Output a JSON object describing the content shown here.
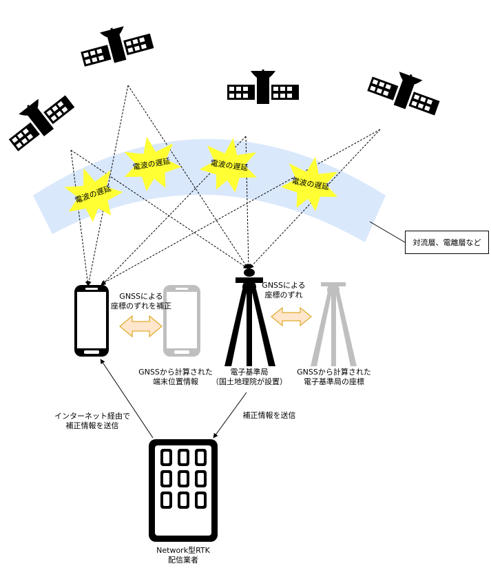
{
  "atmosphere": {
    "callout": "対流層、電離層など",
    "delay_label": "電波の遅延"
  },
  "phone": {
    "correction_label": [
      "GNSSによる",
      "座標のずれを補正"
    ],
    "calc_label": [
      "GNSSから計算された",
      "端末位置情報"
    ]
  },
  "station": {
    "error_label": [
      "GNSSによる",
      "座標のずれ"
    ],
    "name_label": [
      "電子基準局",
      "（国土地理院が設置）"
    ],
    "calc_label": [
      "GNSSから計算された",
      "電子基準局の座標"
    ]
  },
  "links": {
    "to_provider": "補正情報を送信",
    "to_phone": [
      "インターネット経由で",
      "補正情報を送信"
    ]
  },
  "provider": {
    "label": [
      "Network型RTK",
      "配信業者"
    ]
  },
  "colors": {
    "band": "#dae8fc",
    "star": "#ffff33",
    "arrow_fill": "#ffe6cc",
    "arrow_stroke": "#d79b00",
    "ghost": "#bfbfbf"
  }
}
